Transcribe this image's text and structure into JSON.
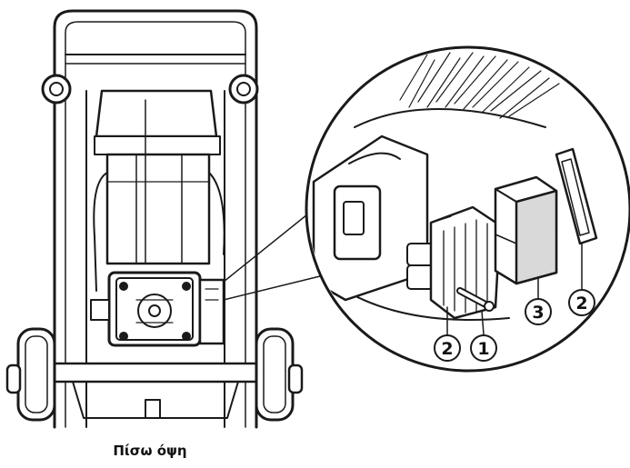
{
  "caption": "Πίσω όψη",
  "callouts": [
    {
      "id": "c1",
      "label": "2"
    },
    {
      "id": "c2",
      "label": "1"
    },
    {
      "id": "c3",
      "label": "3"
    },
    {
      "id": "c4",
      "label": "2"
    }
  ],
  "colors": {
    "stroke": "#1a1a1a",
    "fill": "#ffffff",
    "shade": "#d9d9d9"
  }
}
